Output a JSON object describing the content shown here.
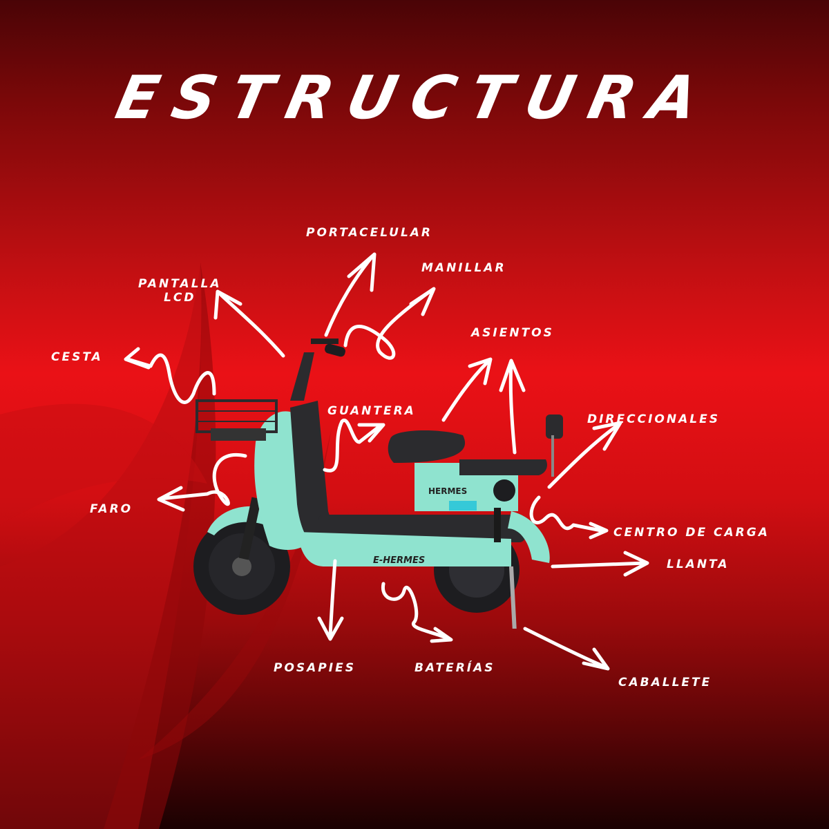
{
  "title": "ESTRUCTURA",
  "labels": {
    "portacelular": "PORTACELULAR",
    "manillar": "MANILLAR",
    "pantalla_lcd_1": "PANTALLA",
    "pantalla_lcd_2": "LCD",
    "cesta": "CESTA",
    "asientos": "ASIENTOS",
    "guantera": "GUANTERA",
    "direccionales": "DIRECCIONALES",
    "faro": "FARO",
    "centro_de_carga": "CENTRO DE CARGA",
    "llanta": "LLANTA",
    "posapies": "POSAPIES",
    "baterias": "BATERÍAS",
    "caballete": "CABALLETE"
  },
  "scooter": {
    "brand": "E-HERMES",
    "body_color": "#8fe3cf",
    "accent_color": "#2b2b2e"
  },
  "colors": {
    "background_main": "#ea1116",
    "background_dark": "#1a0102",
    "text": "#ffffff"
  }
}
